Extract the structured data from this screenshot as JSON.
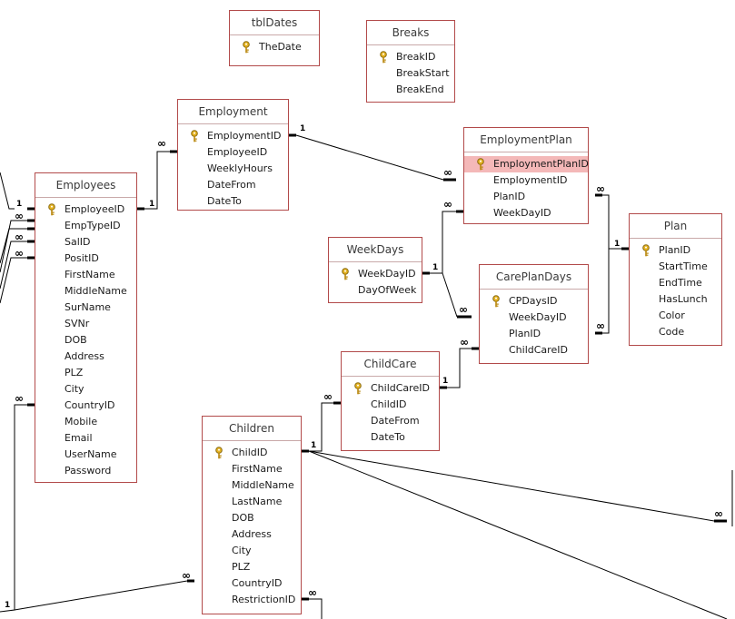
{
  "tables": [
    {
      "id": "tblDates",
      "title": "tblDates",
      "fields": [
        {
          "name": "TheDate",
          "key": true
        }
      ]
    },
    {
      "id": "breaks",
      "title": "Breaks",
      "fields": [
        {
          "name": "BreakID",
          "key": true
        },
        {
          "name": "BreakStart"
        },
        {
          "name": "BreakEnd"
        }
      ]
    },
    {
      "id": "employment",
      "title": "Employment",
      "fields": [
        {
          "name": "EmploymentID",
          "key": true
        },
        {
          "name": "EmployeeID"
        },
        {
          "name": "WeeklyHours"
        },
        {
          "name": "DateFrom"
        },
        {
          "name": "DateTo"
        }
      ]
    },
    {
      "id": "employmentplan",
      "title": "EmploymentPlan",
      "fields": [
        {
          "name": "EmploymentPlanID",
          "key": true,
          "selected": true
        },
        {
          "name": "EmploymentID"
        },
        {
          "name": "PlanID"
        },
        {
          "name": "WeekDayID"
        }
      ]
    },
    {
      "id": "employees",
      "title": "Employees",
      "fields": [
        {
          "name": "EmployeeID",
          "key": true
        },
        {
          "name": "EmpTypeID"
        },
        {
          "name": "SalID"
        },
        {
          "name": "PositID"
        },
        {
          "name": "FirstName"
        },
        {
          "name": "MiddleName"
        },
        {
          "name": "SurName"
        },
        {
          "name": "SVNr"
        },
        {
          "name": "DOB"
        },
        {
          "name": "Address"
        },
        {
          "name": "PLZ"
        },
        {
          "name": "City"
        },
        {
          "name": "CountryID"
        },
        {
          "name": "Mobile"
        },
        {
          "name": "Email"
        },
        {
          "name": "UserName"
        },
        {
          "name": "Password"
        }
      ]
    },
    {
      "id": "weekdays",
      "title": "WeekDays",
      "fields": [
        {
          "name": "WeekDayID",
          "key": true
        },
        {
          "name": "DayOfWeek"
        }
      ]
    },
    {
      "id": "plan",
      "title": "Plan",
      "fields": [
        {
          "name": "PlanID",
          "key": true
        },
        {
          "name": "StartTime"
        },
        {
          "name": "EndTime"
        },
        {
          "name": "HasLunch"
        },
        {
          "name": "Color"
        },
        {
          "name": "Code"
        }
      ]
    },
    {
      "id": "careplandays",
      "title": "CarePlanDays",
      "fields": [
        {
          "name": "CPDaysID",
          "key": true
        },
        {
          "name": "WeekDayID"
        },
        {
          "name": "PlanID"
        },
        {
          "name": "ChildCareID"
        }
      ]
    },
    {
      "id": "childcare",
      "title": "ChildCare",
      "fields": [
        {
          "name": "ChildCareID",
          "key": true
        },
        {
          "name": "ChildID"
        },
        {
          "name": "DateFrom"
        },
        {
          "name": "DateTo"
        }
      ]
    },
    {
      "id": "children",
      "title": "Children",
      "fields": [
        {
          "name": "ChildID",
          "key": true
        },
        {
          "name": "FirstName"
        },
        {
          "name": "MiddleName"
        },
        {
          "name": "LastName"
        },
        {
          "name": "DOB"
        },
        {
          "name": "Address"
        },
        {
          "name": "City"
        },
        {
          "name": "PLZ"
        },
        {
          "name": "CountryID"
        },
        {
          "name": "RestrictionID"
        }
      ]
    }
  ],
  "symbols": {
    "one": "1",
    "many": "∞"
  },
  "colors": {
    "border": "#b24a4a",
    "selected_row": "#f4b8b8",
    "key_icon": "#d4a017"
  }
}
